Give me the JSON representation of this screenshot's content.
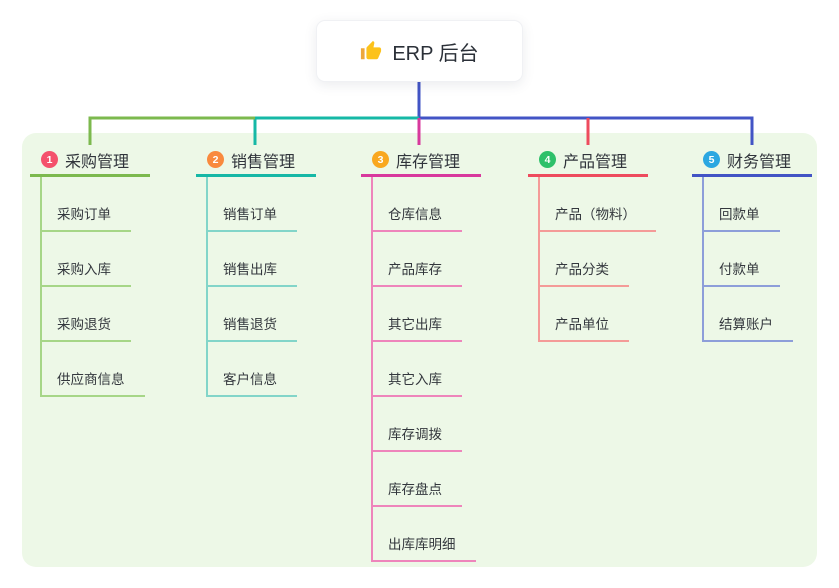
{
  "root": {
    "title": "ERP 后台",
    "icon": "thumbs-up-icon"
  },
  "canvas": {
    "background": "#ffffff",
    "panel_background": "#edf8e7",
    "trunk_color": "#4254c5"
  },
  "branches": [
    {
      "index": "1",
      "label": "采购管理",
      "badge_color": "#f4516c",
      "line_color": "#7cb94e",
      "child_line_color": "#a6d687",
      "children": [
        "采购订单",
        "采购入库",
        "采购退货",
        "供应商信息"
      ]
    },
    {
      "index": "2",
      "label": "销售管理",
      "badge_color": "#f98a3e",
      "line_color": "#16b8a6",
      "child_line_color": "#82d5c9",
      "children": [
        "销售订单",
        "销售出库",
        "销售退货",
        "客户信息"
      ]
    },
    {
      "index": "3",
      "label": "库存管理",
      "badge_color": "#f9a81f",
      "line_color": "#d8399d",
      "child_line_color": "#ee85bb",
      "children": [
        "仓库信息",
        "产品库存",
        "其它出库",
        "其它入库",
        "库存调拨",
        "库存盘点",
        "出库库明细"
      ]
    },
    {
      "index": "4",
      "label": "产品管理",
      "badge_color": "#2ec06a",
      "line_color": "#ee4b5e",
      "child_line_color": "#f49b98",
      "children": [
        "产品（物料）",
        "产品分类",
        "产品单位"
      ]
    },
    {
      "index": "5",
      "label": "财务管理",
      "badge_color": "#2ba7e1",
      "line_color": "#4254c5",
      "child_line_color": "#8d9ed9",
      "children": [
        "回款单",
        "付款单",
        "结算账户"
      ]
    }
  ]
}
